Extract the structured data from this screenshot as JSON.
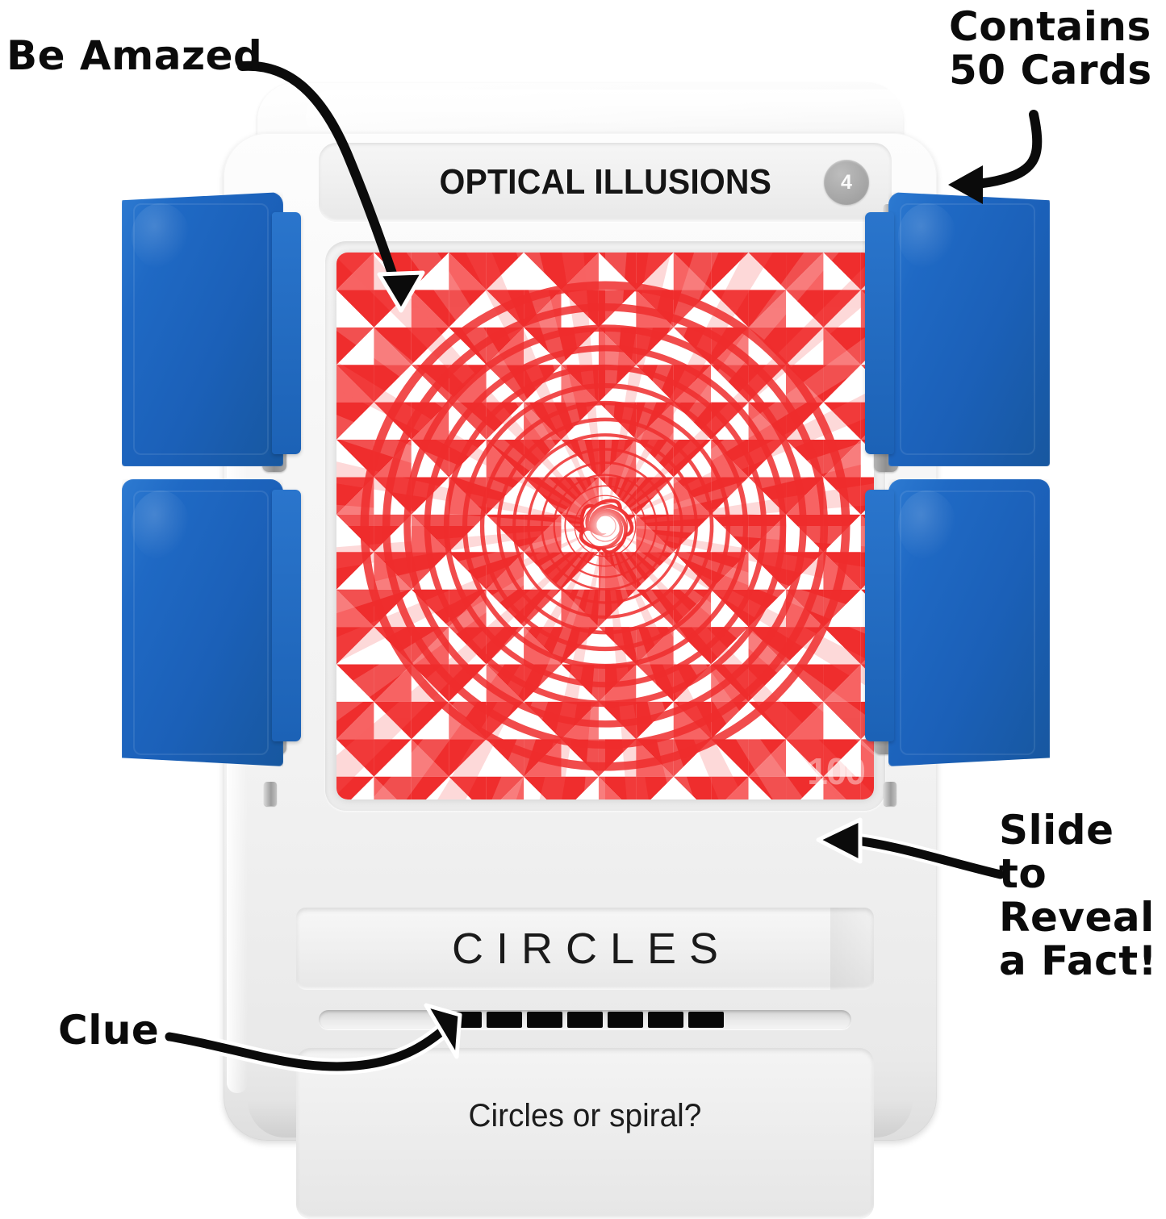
{
  "annotations": {
    "be_amazed": "Be Amazed",
    "contains_cards": "Contains\n50 Cards",
    "slide_to_reveal": "Slide to\nReveal\na Fact!",
    "clue": "Clue"
  },
  "device": {
    "title": "OPTICAL ILLUSIONS",
    "card_number": "4",
    "answer": "CIRCLES",
    "clue": "Circles or spiral?",
    "watermark": "100"
  },
  "colors": {
    "door_blue": "#1f69c4",
    "illusion_red": "#ef2d2d",
    "illusion_red_light": "#f76363",
    "shell_white": "#f4f4f4",
    "badge_gray": "#a3a3a3",
    "ink_black": "#0b0b0b"
  },
  "illusion": {
    "name": "red-spiral-illusion",
    "description": "Concentric red rings over red-and-white triangle checkerboard producing a spiral appearance"
  },
  "slider": {
    "segment_count": 7
  }
}
